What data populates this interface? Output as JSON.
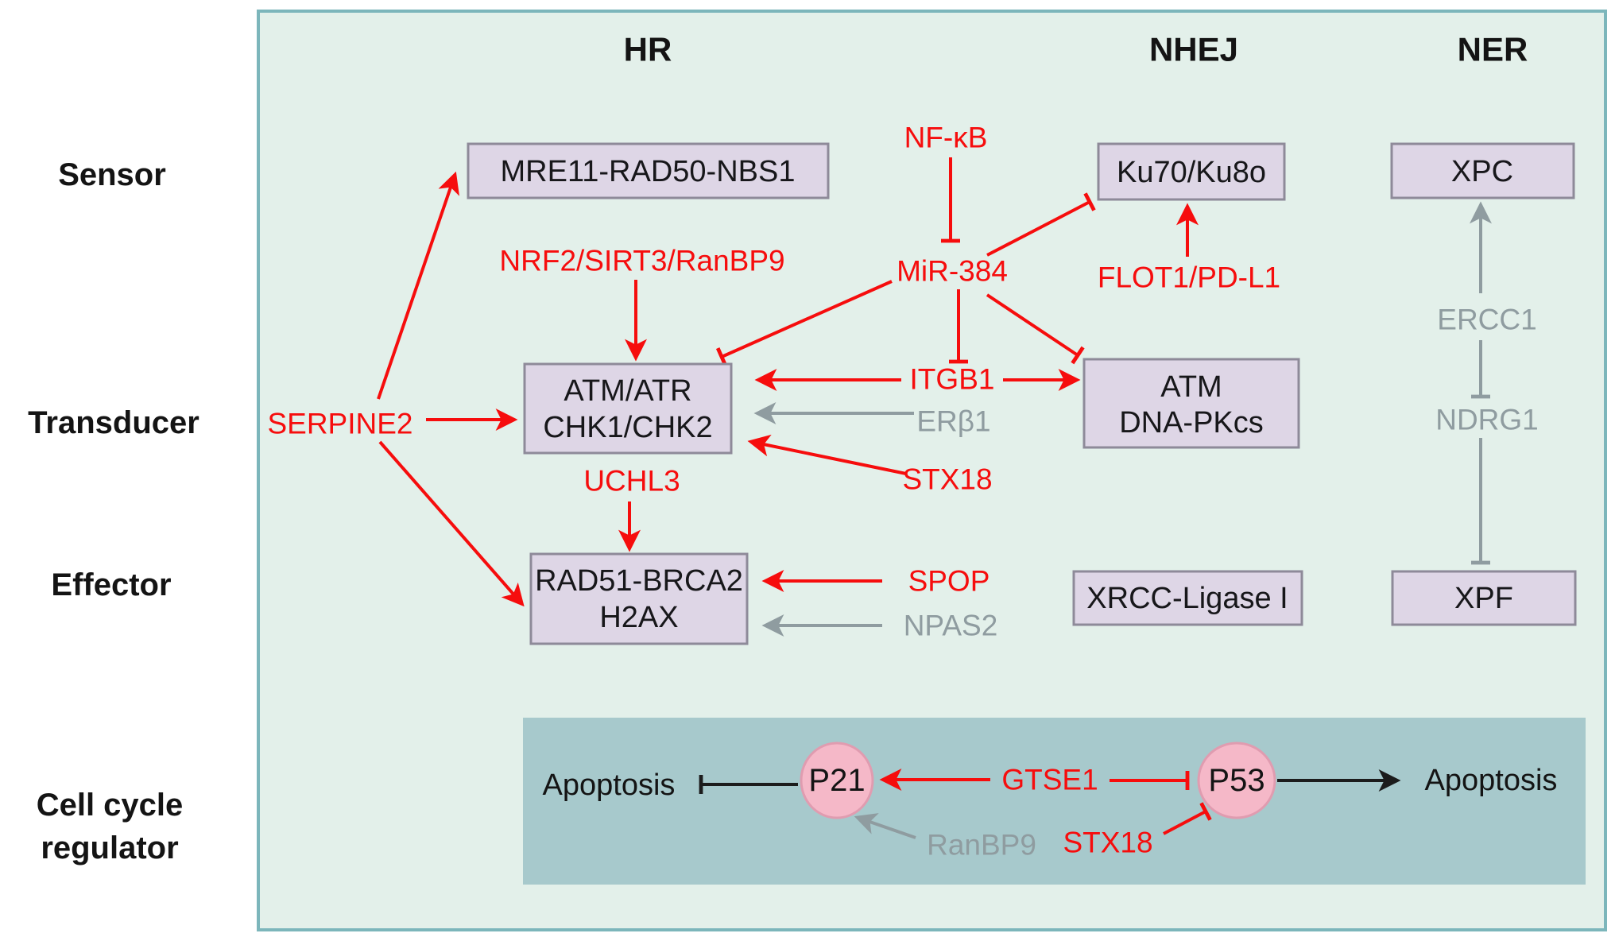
{
  "colors": {
    "panel_bg": "#e3f0ea",
    "panel_border": "#7cb6bb",
    "node_fill": "#ded6e6",
    "node_border": "#8e8a99",
    "cell_cycle_panel_bg": "#a7c9cc",
    "p_node_fill": "#f5b8c8",
    "p_node_border": "#e09cb0",
    "activation_red": "#f60d0d",
    "neutral_gray": "#8f9ca0",
    "text_black": "#141414"
  },
  "columns": {
    "hr": "HR",
    "nhej": "NHEJ",
    "ner": "NER"
  },
  "rows": {
    "sensor": "Sensor",
    "transducer": "Transducer",
    "effector": "Effector",
    "cell_cycle_1": "Cell cycle",
    "cell_cycle_2": "regulator"
  },
  "nodes": {
    "mre11": "MRE11-RAD50-NBS1",
    "ku70": "Ku70/Ku8o",
    "xpc": "XPC",
    "atm_atr_1": "ATM/ATR",
    "atm_atr_2": "CHK1/CHK2",
    "atm_dnapkcs_1": "ATM",
    "atm_dnapkcs_2": "DNA-PKcs",
    "rad51_1": "RAD51-BRCA2",
    "rad51_2": "H2AX",
    "xrcc": "XRCC-Ligase I",
    "xpf": "XPF"
  },
  "regulators": {
    "nfkb": "NF-κB",
    "mir384": "MiR-384",
    "flot1_pdl1": "FLOT1/PD-L1",
    "nrf2_sirt3_ranbp9": "NRF2/SIRT3/RanBP9",
    "serpine2": "SERPINE2",
    "itgb1": "ITGB1",
    "erb1": "ERβ1",
    "stx18": "STX18",
    "uchl3": "UCHL3",
    "spop": "SPOP",
    "npas2": "NPAS2",
    "ercc1": "ERCC1",
    "ndrg1": "NDRG1"
  },
  "cell_cycle": {
    "apoptosis_left": "Apoptosis",
    "p21": "P21",
    "gtse1": "GTSE1",
    "p53": "P53",
    "apoptosis_right": "Apoptosis",
    "ranbp9": "RanBP9",
    "stx18": "STX18"
  },
  "interactions": [
    {
      "from": "SERPINE2",
      "to": "MRE11-RAD50-NBS1",
      "type": "activates",
      "color": "red"
    },
    {
      "from": "SERPINE2",
      "to": "ATM/ATR CHK1/CHK2",
      "type": "activates",
      "color": "red"
    },
    {
      "from": "SERPINE2",
      "to": "RAD51-BRCA2 H2AX",
      "type": "activates",
      "color": "red"
    },
    {
      "from": "NRF2/SIRT3/RanBP9",
      "to": "ATM/ATR CHK1/CHK2",
      "type": "activates",
      "color": "red"
    },
    {
      "from": "NF-κB",
      "to": "MiR-384",
      "type": "inhibits",
      "color": "red"
    },
    {
      "from": "MiR-384",
      "to": "Ku70/Ku8o",
      "type": "inhibits",
      "color": "red"
    },
    {
      "from": "MiR-384",
      "to": "ATM/ATR CHK1/CHK2",
      "type": "inhibits",
      "color": "red"
    },
    {
      "from": "MiR-384",
      "to": "ITGB1",
      "type": "inhibits",
      "color": "red"
    },
    {
      "from": "MiR-384",
      "to": "ATM DNA-PKcs",
      "type": "inhibits",
      "color": "red"
    },
    {
      "from": "FLOT1/PD-L1",
      "to": "Ku70/Ku8o",
      "type": "activates",
      "color": "red"
    },
    {
      "from": "ITGB1",
      "to": "ATM/ATR CHK1/CHK2",
      "type": "activates",
      "color": "red"
    },
    {
      "from": "ITGB1",
      "to": "ATM DNA-PKcs",
      "type": "activates",
      "color": "red"
    },
    {
      "from": "ERβ1",
      "to": "ATM/ATR CHK1/CHK2",
      "type": "activates",
      "color": "gray"
    },
    {
      "from": "STX18",
      "to": "ATM/ATR CHK1/CHK2",
      "type": "activates",
      "color": "red"
    },
    {
      "from": "UCHL3",
      "to": "RAD51-BRCA2 H2AX",
      "type": "activates",
      "color": "red"
    },
    {
      "from": "SPOP",
      "to": "RAD51-BRCA2 H2AX",
      "type": "activates",
      "color": "red"
    },
    {
      "from": "NPAS2",
      "to": "RAD51-BRCA2 H2AX",
      "type": "activates",
      "color": "gray"
    },
    {
      "from": "ERCC1",
      "to": "XPC",
      "type": "activates",
      "color": "gray"
    },
    {
      "from": "ERCC1",
      "to": "NDRG1",
      "type": "inhibits",
      "color": "gray"
    },
    {
      "from": "NDRG1",
      "to": "XPF",
      "type": "inhibits",
      "color": "gray"
    },
    {
      "from": "P21",
      "to": "Apoptosis",
      "type": "inhibits",
      "color": "black"
    },
    {
      "from": "GTSE1",
      "to": "P21",
      "type": "activates",
      "color": "red"
    },
    {
      "from": "GTSE1",
      "to": "P53",
      "type": "inhibits",
      "color": "red"
    },
    {
      "from": "P53",
      "to": "Apoptosis",
      "type": "activates",
      "color": "black"
    },
    {
      "from": "RanBP9",
      "to": "P21",
      "type": "activates",
      "color": "gray"
    },
    {
      "from": "STX18",
      "to": "P53",
      "type": "inhibits",
      "color": "red"
    }
  ]
}
